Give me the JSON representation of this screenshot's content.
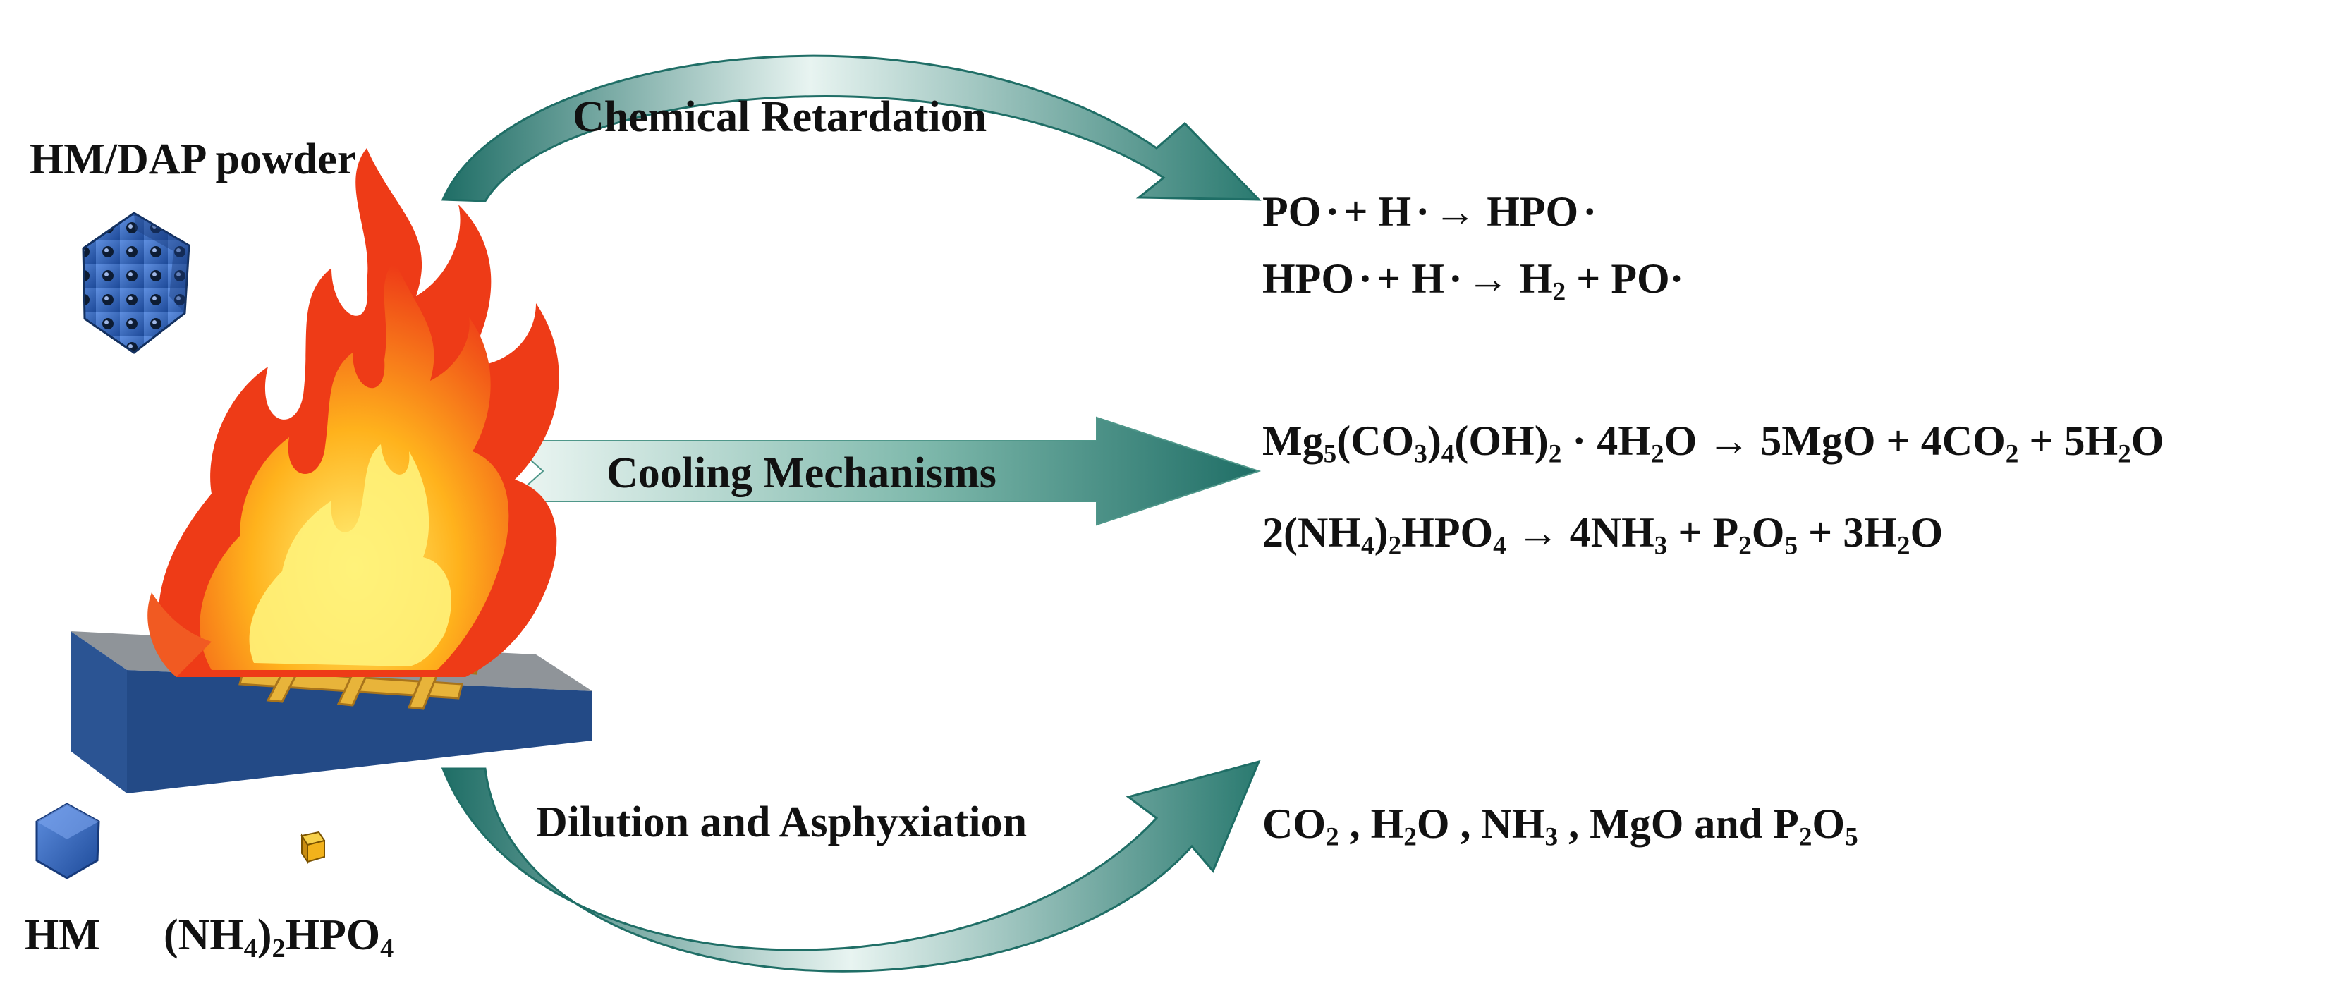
{
  "labels": {
    "powder": "HM/DAP powder",
    "hm": "HM",
    "dap_a": "(NH",
    "dap_sub1": "4",
    "dap_b": ")",
    "dap_sub2": "2",
    "dap_c": "HPO",
    "dap_sub3": "4"
  },
  "arrows": {
    "top": "Chemical Retardation",
    "middle": "Cooling Mechanisms",
    "bottom": "Dilution and Asphyxiation"
  },
  "equations": {
    "eq1": {
      "a": "PO",
      "b": "+ H",
      "c": "→ HPO"
    },
    "eq2": {
      "a": "HPO",
      "b": "+ H",
      "c": "→  H",
      "sub1": "2",
      "d": "+ PO·"
    },
    "eq3": {
      "a": "Mg",
      "s1": "5",
      "b": "(CO",
      "s2": "3",
      "c": ")",
      "s3": "4",
      "d": "(OH)",
      "s4": "2",
      "e": "· 4H",
      "s5": "2",
      "f": "O → 5MgO + 4CO",
      "s6": "2",
      "g": "+ 5H",
      "s7": "2",
      "h": "O"
    },
    "eq4": {
      "a": "2(NH",
      "s1": "4",
      "b": ")",
      "s2": "2",
      "c": "HPO",
      "s3": "4",
      "d": "→ 4NH",
      "s4": "3",
      "e": "+ P",
      "s5": "2",
      "f": "O",
      "s6": "5",
      "g": "+ 3H",
      "s7": "2",
      "h": "O"
    },
    "eq5": {
      "a": "CO",
      "s1": "2",
      "b": ", H",
      "s2": "2",
      "c": "O , NH",
      "s3": "3",
      "d": ", MgO and P",
      "s4": "2",
      "e": "O",
      "s5": "5"
    },
    "radical_dot": "·"
  },
  "colors": {
    "arrow_dark": "#1f6e66",
    "arrow_light": "#e8f4f1",
    "plate_top": "#8f9499",
    "plate_side": "#234a86",
    "crystal": "#2d5fb0",
    "flame_outer": "#f04a1e",
    "flame_inner": "#ffd21a",
    "cube": "#f2b21b"
  }
}
